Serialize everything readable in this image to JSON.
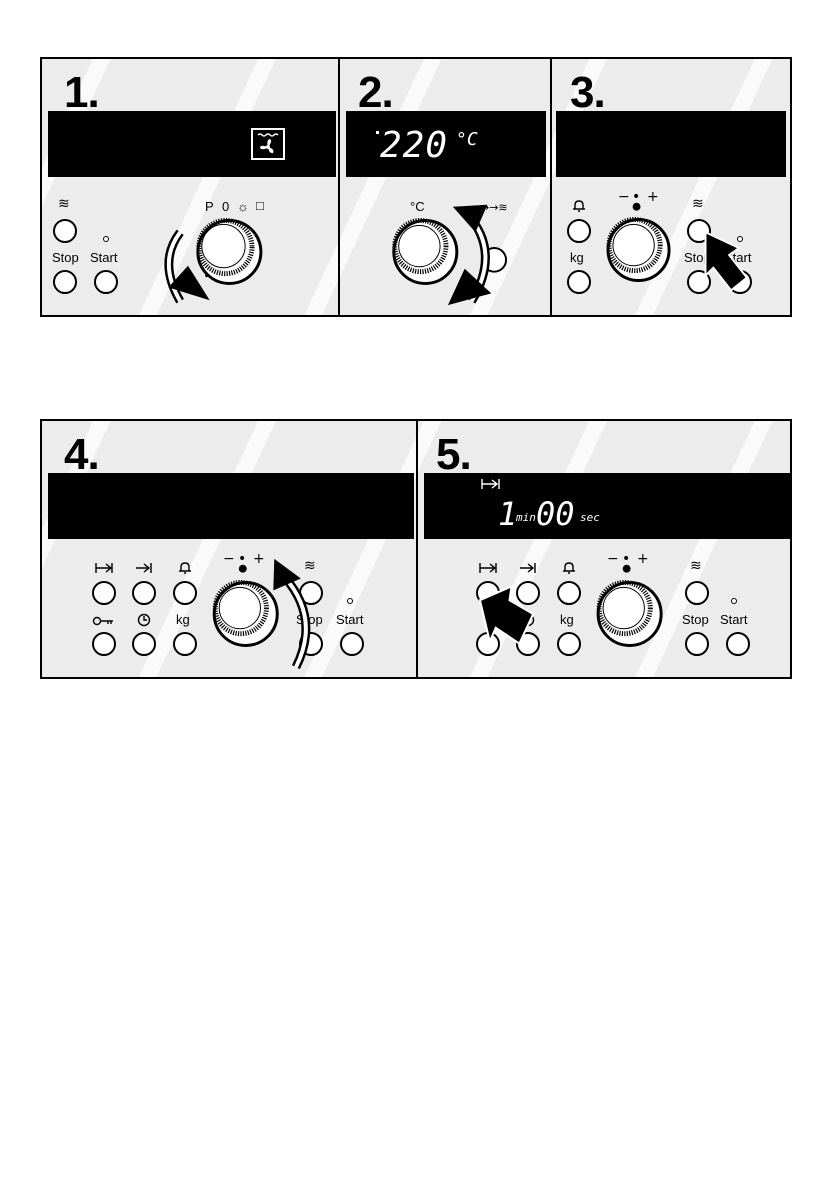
{
  "steps": [
    {
      "number": "1.",
      "display_icon": "hot-air-fan-icon",
      "buttons": [
        "≋",
        "Stop",
        "Start"
      ],
      "knob_labels": [
        "P",
        "0",
        "☼",
        "□"
      ]
    },
    {
      "number": "2.",
      "display_value": "220",
      "display_unit": "°C",
      "knob_label": "°C",
      "button_symbol": "→→≋"
    },
    {
      "number": "3.",
      "labels": [
        "kg",
        "Stop",
        "Start"
      ],
      "symbols": [
        "−",
        "•",
        "+",
        "≋"
      ]
    },
    {
      "number": "4.",
      "labels": [
        "kg",
        "Stop",
        "Start"
      ],
      "symbols": [
        "−",
        "•",
        "+",
        "≋"
      ]
    },
    {
      "number": "5.",
      "display_minutes": "1",
      "display_min_label": "min",
      "display_seconds": "00",
      "display_sec_label": "sec",
      "labels": [
        "kg",
        "Stop",
        "Start"
      ],
      "symbols": [
        "−",
        "•",
        "+",
        "≋"
      ]
    }
  ],
  "icons": [
    "fan-icon",
    "bell-icon",
    "key-icon",
    "clock-icon",
    "duration-icon",
    "end-time-icon",
    "rotate-arrow-icon",
    "press-arrow-icon"
  ]
}
